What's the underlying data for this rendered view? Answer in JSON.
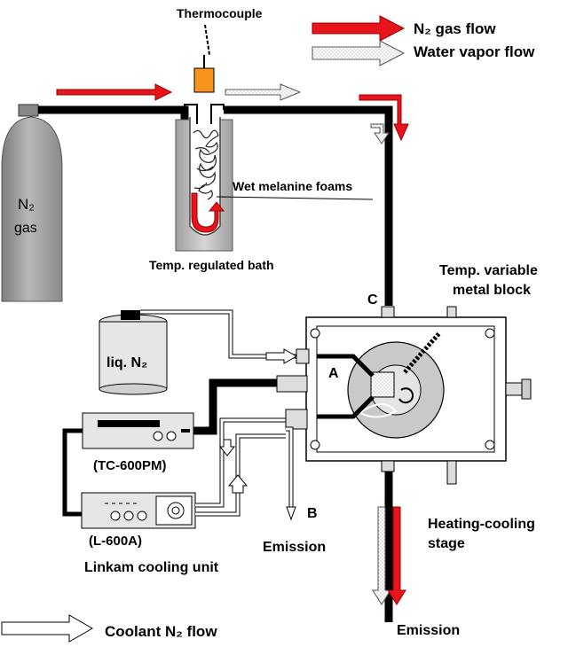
{
  "labels": {
    "thermocouple": "Thermocouple",
    "n2_gas_flow": "N₂ gas flow",
    "water_vapor_flow": "Water vapor flow",
    "wet_foams": "Wet melanine foams",
    "bath": "Temp. regulated bath",
    "cylinder_n2": "N₂",
    "cylinder_gas": "gas",
    "metal_block_line1": "Temp. variable",
    "metal_block_line2": "metal block",
    "point_c": "C",
    "point_a": "A",
    "point_b": "B",
    "liq_n2": "liq. N₂",
    "tc600pm": "(TC-600PM)",
    "l600a": "(L-600A)",
    "linkam": "Linkam cooling unit",
    "emission_b": "Emission",
    "emission_bottom": "Emission",
    "stage_line1": "Heating-cooling",
    "stage_line2": "stage",
    "coolant_flow": "Coolant N₂ flow"
  },
  "colors": {
    "n2_flow": "#e8141b",
    "tube": "#000000",
    "cylinder": "#a6a6a6",
    "thermocouple_cap": "#f7941d",
    "metal": "#c9c9c9",
    "panel": "#e6e6e6"
  }
}
